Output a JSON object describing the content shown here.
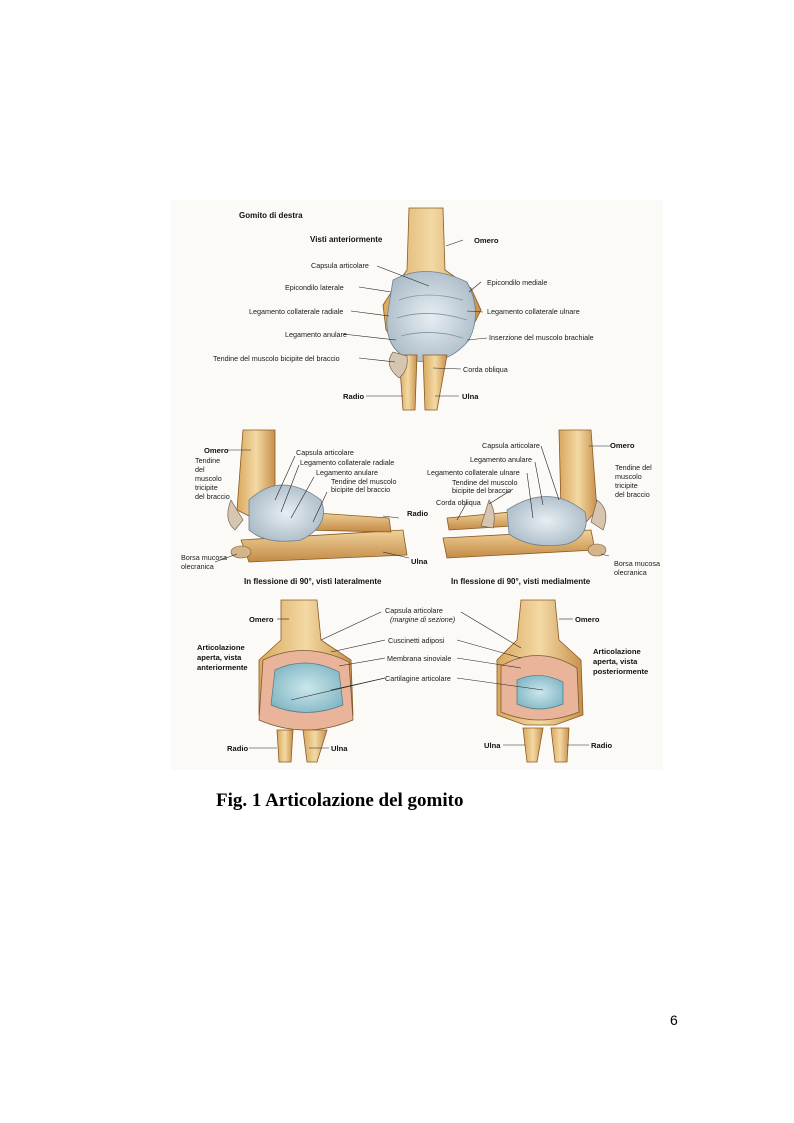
{
  "figure": {
    "panel_top": {
      "heading": "Gomito di destra",
      "subheading": "Visti anteriormente",
      "labels": {
        "omero": "Omero",
        "capsula": "Capsula articolare",
        "epicondilo_laterale": "Epicondilo laterale",
        "epicondilo_mediale": "Epicondilo mediale",
        "leg_collaterale_radiale": "Legamento collaterale radiale",
        "leg_collaterale_ulnare": "Legamento collaterale ulnare",
        "leg_anulare": "Legamento anulare",
        "inserzione_brachiale": "Inserzione del muscolo brachiale",
        "tendine_bicipite": "Tendine del muscolo bicipite del braccio",
        "corda_obliqua": "Corda obliqua",
        "radio": "Radio",
        "ulna": "Ulna"
      }
    },
    "panel_left": {
      "caption": "In flessione di 90°, visti lateralmente",
      "labels": {
        "omero": "Omero",
        "tendine_tricipite": [
          "Tendine",
          "del",
          "muscolo",
          "tricipite",
          "del braccio"
        ],
        "capsula": "Capsula articolare",
        "leg_collaterale_radiale": "Legamento collaterale radiale",
        "leg_anulare": "Legamento anulare",
        "tendine_bicipite": [
          "Tendine del muscolo",
          "bicipite del braccio"
        ],
        "radio": "Radio",
        "ulna": "Ulna",
        "borsa": [
          "Borsa mucosa",
          "olecranica"
        ]
      }
    },
    "panel_right": {
      "caption": "In flessione di 90°, visti medialmente",
      "labels": {
        "capsula": "Capsula articolare",
        "omero": "Omero",
        "leg_anulare": "Legamento anulare",
        "leg_collaterale_ulnare": "Legamento collaterale ulnare",
        "tendine_bicipite": [
          "Tendine del muscolo",
          "bicipite del braccio"
        ],
        "corda_obliqua": "Corda obliqua",
        "tendine_tricipite": [
          "Tendine del",
          "muscolo",
          "tricipite",
          "del braccio"
        ],
        "borsa": [
          "Borsa mucosa",
          "olecranica"
        ]
      }
    },
    "panel_bottom": {
      "labels": {
        "omero_left": "Omero",
        "omero_right": "Omero",
        "capsula": "Capsula articolare",
        "capsula_note": "(margine di sezione)",
        "cuscinetti": "Cuscinetti adiposi",
        "membrana": "Membrana sinoviale",
        "cartilagine": "Cartilagine articolare",
        "aperta_anteriore": [
          "Articolazione",
          "aperta, vista",
          "anteriormente"
        ],
        "aperta_posteriore": [
          "Articolazione",
          "aperta, vista",
          "posteriormente"
        ],
        "radio_left": "Radio",
        "ulna_left": "Ulna",
        "ulna_right": "Ulna",
        "radio_right": "Radio"
      }
    }
  },
  "caption": "Fig. 1 Articolazione del gomito",
  "page_number": "6"
}
